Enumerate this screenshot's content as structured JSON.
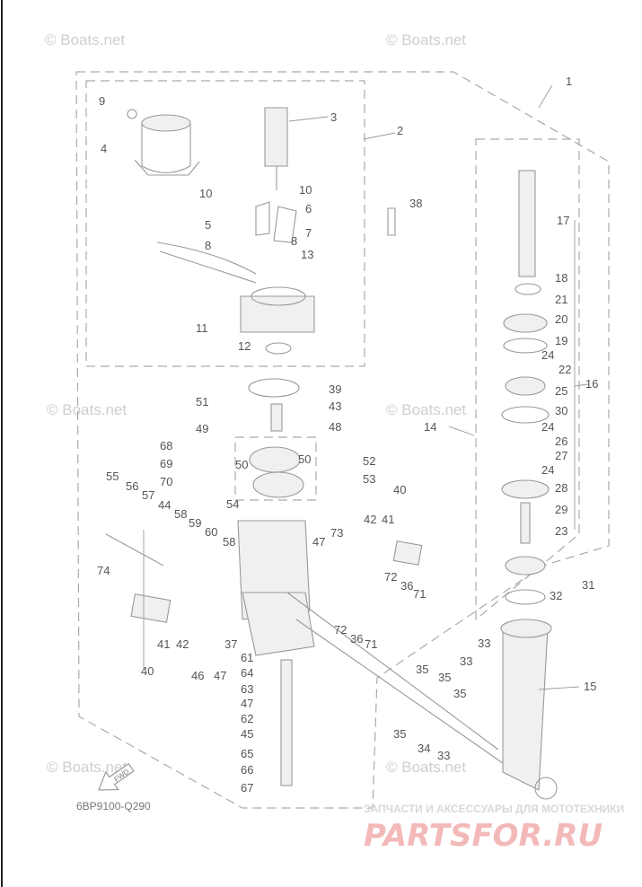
{
  "diagram": {
    "code": "6BP9100-Q290",
    "fwd_label": "FWD"
  },
  "watermarks": {
    "boats": "© Boats.net",
    "shop_tagline": "ЗАПЧАСТИ И АКСЕССУАРЫ ДЛЯ МОТОТЕХНИКИ",
    "shop_logo": "PARTSFOR.RU"
  },
  "callouts": [
    "1",
    "2",
    "3",
    "4",
    "5",
    "6",
    "7",
    "8",
    "8",
    "9",
    "10",
    "10",
    "11",
    "12",
    "13",
    "14",
    "15",
    "16",
    "17",
    "18",
    "19",
    "20",
    "21",
    "22",
    "23",
    "24",
    "24",
    "24",
    "25",
    "26",
    "27",
    "28",
    "29",
    "30",
    "31",
    "32",
    "33",
    "33",
    "33",
    "34",
    "35",
    "35",
    "35",
    "35",
    "36",
    "36",
    "37",
    "38",
    "39",
    "40",
    "40",
    "41",
    "41",
    "42",
    "42",
    "43",
    "44",
    "45",
    "46",
    "47",
    "47",
    "47",
    "48",
    "49",
    "50",
    "50",
    "51",
    "52",
    "53",
    "54",
    "55",
    "56",
    "57",
    "58",
    "58",
    "59",
    "60",
    "61",
    "62",
    "63",
    "64",
    "65",
    "66",
    "67",
    "68",
    "69",
    "70",
    "71",
    "71",
    "72",
    "72",
    "73",
    "74"
  ]
}
